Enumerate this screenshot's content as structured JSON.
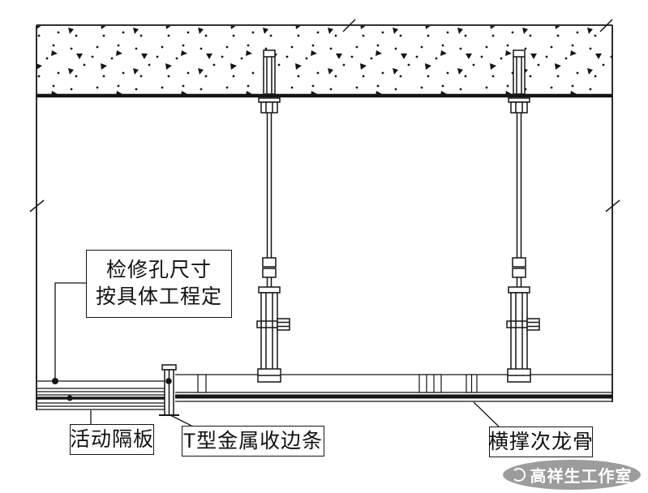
{
  "drawing": {
    "access_hole_note": {
      "line1": "检修孔尺寸",
      "line2": "按具体工程定"
    },
    "labels": {
      "movable_partition": "活动隔板",
      "t_metal_edge_trim": "T型金属收边条",
      "cross_brace_sub_keel": "横撑次龙骨"
    }
  },
  "watermark": {
    "text": "高祥生工作室"
  },
  "colors": {
    "line": "#151515",
    "paper": "#ffffff",
    "watermark_bg": "#9c9c9c",
    "watermark_text": "#ffffff"
  }
}
